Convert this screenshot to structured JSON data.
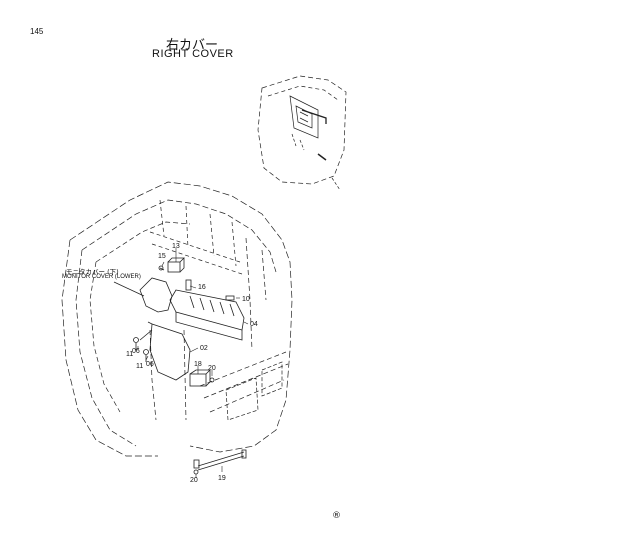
{
  "page_number": "145",
  "title_jp": "右カバー",
  "title_en": "RIGHT COVER",
  "callout_note": {
    "jp": "モニタカバー (下)",
    "en": "MONITOR COVER (LOWER)"
  },
  "corner_mark": "®",
  "part_labels": [
    {
      "id": "13",
      "text": "13"
    },
    {
      "id": "15",
      "text": "15"
    },
    {
      "id": "16",
      "text": "16"
    },
    {
      "id": "10",
      "text": "10"
    },
    {
      "id": "04",
      "text": "04"
    },
    {
      "id": "02",
      "text": "02"
    },
    {
      "id": "06a",
      "text": "06"
    },
    {
      "id": "11a",
      "text": "11"
    },
    {
      "id": "11b",
      "text": "11"
    },
    {
      "id": "06b",
      "text": "06"
    },
    {
      "id": "18",
      "text": "18"
    },
    {
      "id": "20a",
      "text": "20"
    },
    {
      "id": "20b",
      "text": "20"
    },
    {
      "id": "19",
      "text": "19"
    }
  ]
}
